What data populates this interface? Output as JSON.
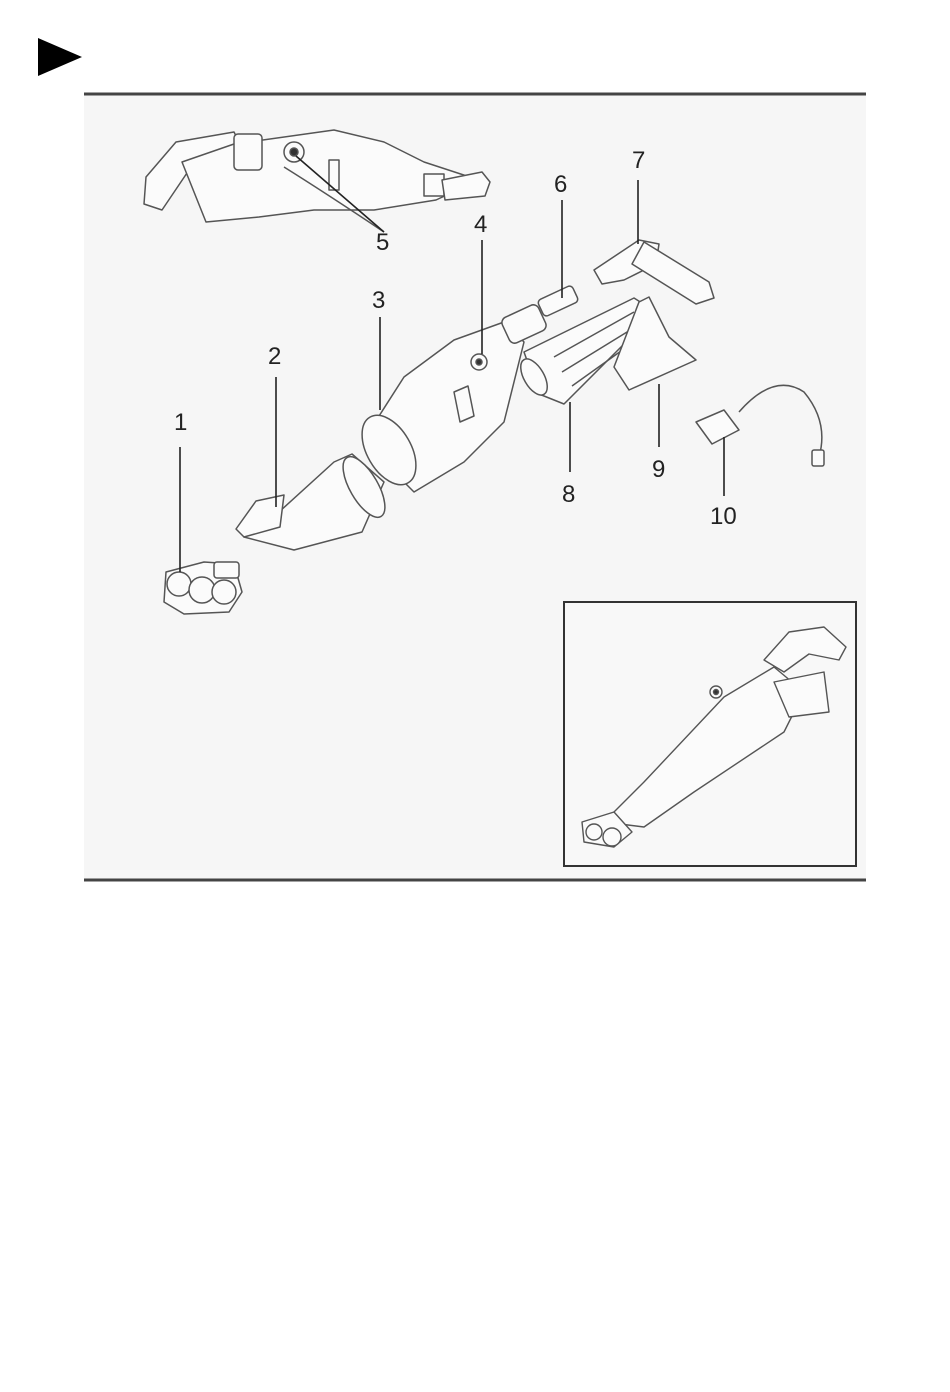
{
  "page": {
    "section_marker_icon": "play-triangle-icon",
    "colors": {
      "ink": "#333333",
      "panel": "#f7f7f7",
      "rule": "#444444"
    }
  },
  "diagram": {
    "callouts": [
      {
        "id": "1",
        "label": "1"
      },
      {
        "id": "2",
        "label": "2"
      },
      {
        "id": "3",
        "label": "3"
      },
      {
        "id": "4",
        "label": "4"
      },
      {
        "id": "5",
        "label": "5"
      },
      {
        "id": "6",
        "label": "6"
      },
      {
        "id": "7",
        "label": "7"
      },
      {
        "id": "8",
        "label": "8"
      },
      {
        "id": "9",
        "label": "9"
      },
      {
        "id": "10",
        "label": "10"
      }
    ]
  }
}
